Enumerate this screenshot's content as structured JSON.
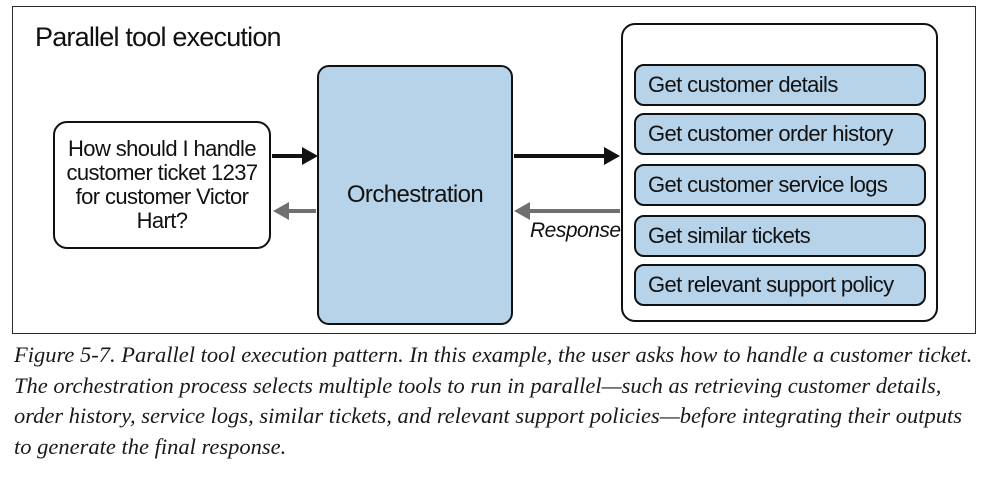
{
  "diagram": {
    "title": "Parallel tool execution",
    "user_query": "How should I handle customer ticket 1237 for customer Victor Hart?",
    "orchestrator": "Orchestration",
    "response_label": "Response",
    "tools": [
      "Get customer details",
      "Get customer order history",
      "Get customer service logs",
      "Get similar tickets",
      "Get relevant support policy"
    ],
    "colors": {
      "box_fill": "#b7d3ea",
      "outline": "#111111",
      "return_arrow": "#707070"
    }
  },
  "caption": "Figure 5-7. Parallel tool execution pattern. In this example, the user asks how to handle a customer ticket. The orchestration process selects multiple tools to run in parallel—such as retrieving customer details, order history, service logs, similar tickets, and relevant support policies—before integrating their outputs to generate the final response."
}
